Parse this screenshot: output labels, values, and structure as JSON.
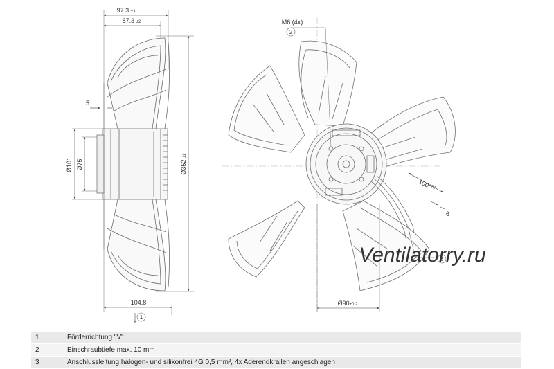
{
  "side_view": {
    "dim_overall_depth": "97.3",
    "dim_overall_depth_tol": "±3",
    "dim_blade_depth": "87.3",
    "dim_blade_depth_tol": "±2",
    "dim_offset": "5",
    "dim_d101": "Ø101",
    "dim_d75": "Ø75",
    "dim_d352": "Ø352",
    "dim_d352_tol": "±2",
    "dim_bottom_depth": "104.8",
    "callout_1": "1"
  },
  "front_view": {
    "label_m6": "M6 (4x)",
    "callout_2": "2",
    "dim_cable_length": "100",
    "dim_cable_length_tol": "+20",
    "dim_strip": "6",
    "callout_3": "3",
    "dim_d90": "Ø90",
    "dim_d90_tol": "±0.2"
  },
  "watermark": "Ventilatorry.ru",
  "legend": [
    {
      "num": "1",
      "text": "Förderrichtung \"V\""
    },
    {
      "num": "2",
      "text": "Einschraubtiefe max. 10 mm"
    },
    {
      "num": "3",
      "text": "Anschlussleitung halogen- und silikonfrei 4G 0,5 mm², 4x Aderendkrallen angeschlagen"
    }
  ]
}
